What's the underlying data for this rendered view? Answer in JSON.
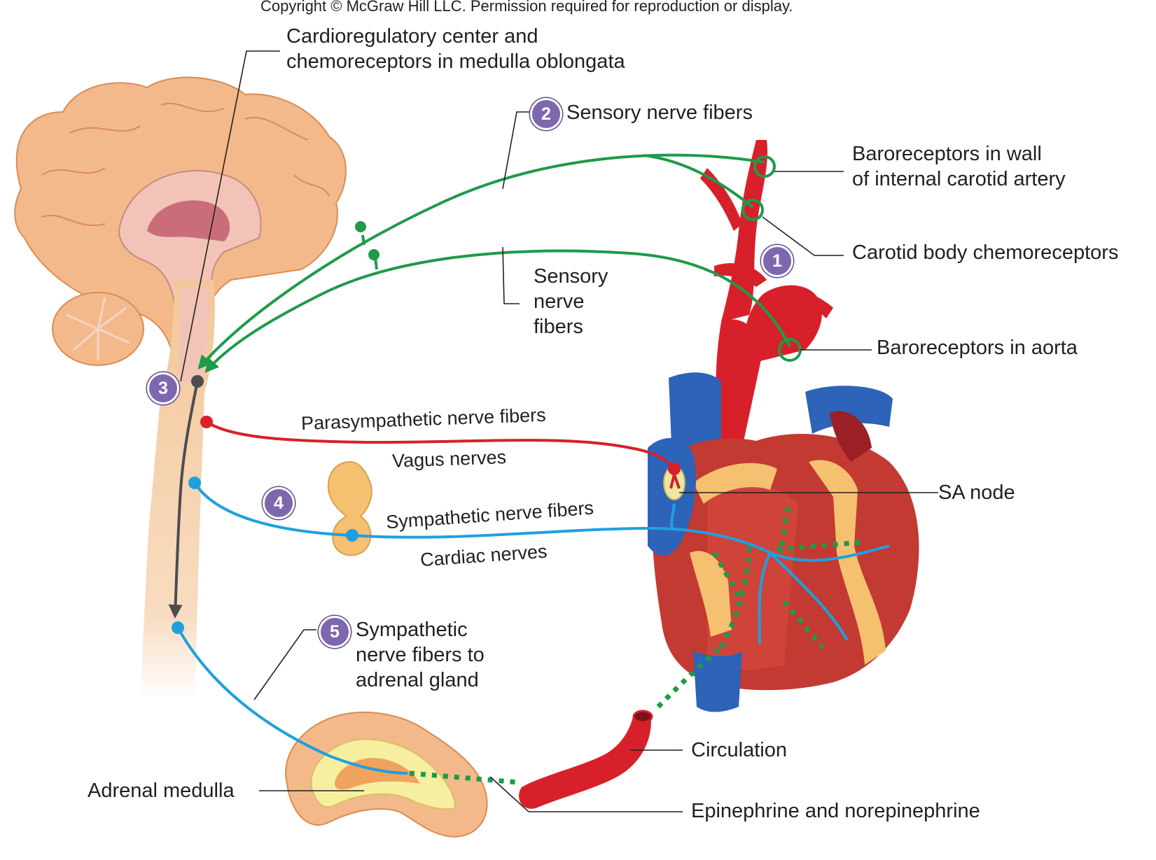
{
  "copyright": "Copyright © McGraw Hill LLC. Permission required for reproduction or display.",
  "steps": [
    "1",
    "2",
    "3",
    "4",
    "5"
  ],
  "labels": {
    "cardioregulatory": [
      "Cardioregulatory center and",
      "chemoreceptors in medulla oblongata"
    ],
    "sensory_top": "Sensory nerve fibers",
    "sensory_mid": [
      "Sensory",
      "nerve",
      "fibers"
    ],
    "baroreceptors_carotid": [
      "Baroreceptors in wall",
      "of internal carotid artery"
    ],
    "carotid_body": "Carotid body chemoreceptors",
    "baroreceptors_aorta": "Baroreceptors in aorta",
    "parasympathetic": "Parasympathetic nerve fibers",
    "vagus": "Vagus nerves",
    "sa_node": "SA node",
    "sympathetic": "Sympathetic nerve fibers",
    "cardiac": "Cardiac nerves",
    "sympathetic_adrenal": [
      "Sympathetic",
      "nerve fibers to",
      "adrenal gland"
    ],
    "circulation": "Circulation",
    "adrenal_medulla": "Adrenal medulla",
    "epinephrine": "Epinephrine and norepinephrine"
  },
  "colors": {
    "sensory": "#1e9a4a",
    "parasympathetic": "#d8202a",
    "sympathetic": "#1ea0e0",
    "interneuron": "#4d4d4f",
    "hormone_path": "#1e9a4a",
    "badge": "#7d68b0"
  }
}
